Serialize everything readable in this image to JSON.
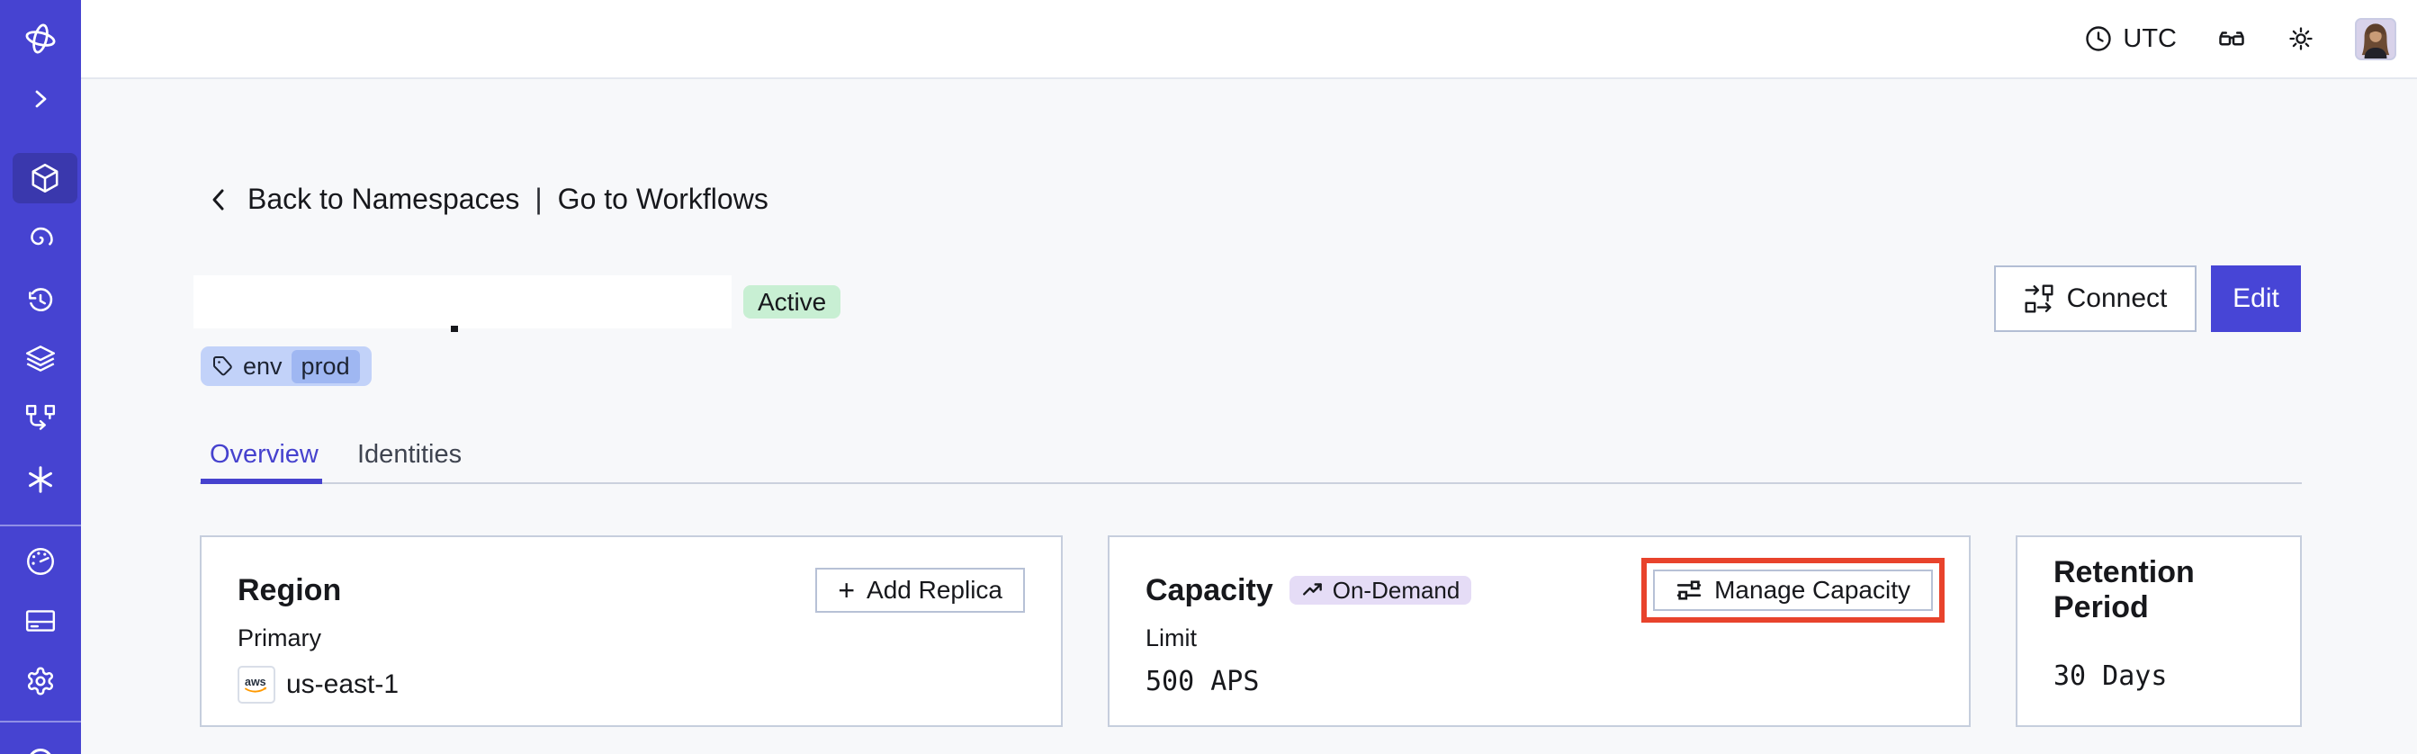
{
  "topbar": {
    "timezone": "UTC",
    "icons": [
      "clock-icon",
      "glasses-icon",
      "sun-icon",
      "user-avatar"
    ]
  },
  "sidebar": {
    "icons": [
      "temporal-logo",
      "expand-chevron-icon",
      "namespaces-cube-icon",
      "nexus-spiral-icon",
      "schedules-history-icon",
      "deployments-layers-icon",
      "workflows-branch-icon",
      "batch-asterisk-icon",
      "usage-gauge-icon",
      "billing-card-icon",
      "settings-gear-icon",
      "partial-circle-icon"
    ],
    "active_item": "namespaces-cube-icon"
  },
  "breadcrumb": {
    "back_label": "Back to Namespaces",
    "separator": "|",
    "forward_label": "Go to Workflows"
  },
  "namespace": {
    "status_badge": "Active",
    "tag_key": "env",
    "tag_value": "prod"
  },
  "header_actions": {
    "connect_label": "Connect",
    "edit_label": "Edit"
  },
  "tabs": [
    {
      "label": "Overview",
      "active": true
    },
    {
      "label": "Identities",
      "active": false
    }
  ],
  "cards": {
    "region": {
      "title": "Region",
      "plus": "+",
      "action_label": "Add Replica",
      "label": "Primary",
      "provider": "aws",
      "value": "us-east-1"
    },
    "capacity": {
      "title": "Capacity",
      "badge_label": "On-Demand",
      "action_label": "Manage Capacity",
      "action_highlighted": true,
      "label": "Limit",
      "value": "500 APS"
    },
    "retention": {
      "title": "Retention Period",
      "value": "30 Days"
    }
  },
  "colors": {
    "sidebar": "#4643d1",
    "accent_indigo": "#4745d6",
    "active_tab": "#4642ce",
    "status_green_bg": "#c8efd3",
    "tag_blue_bg": "#c2d2f9",
    "tag_sub_bg": "#9fb7f2",
    "badge_purple_bg": "#e5dcf6",
    "highlight_red": "#e8432c",
    "aws_orange": "#ff9900",
    "background": "#f7f8fa"
  }
}
